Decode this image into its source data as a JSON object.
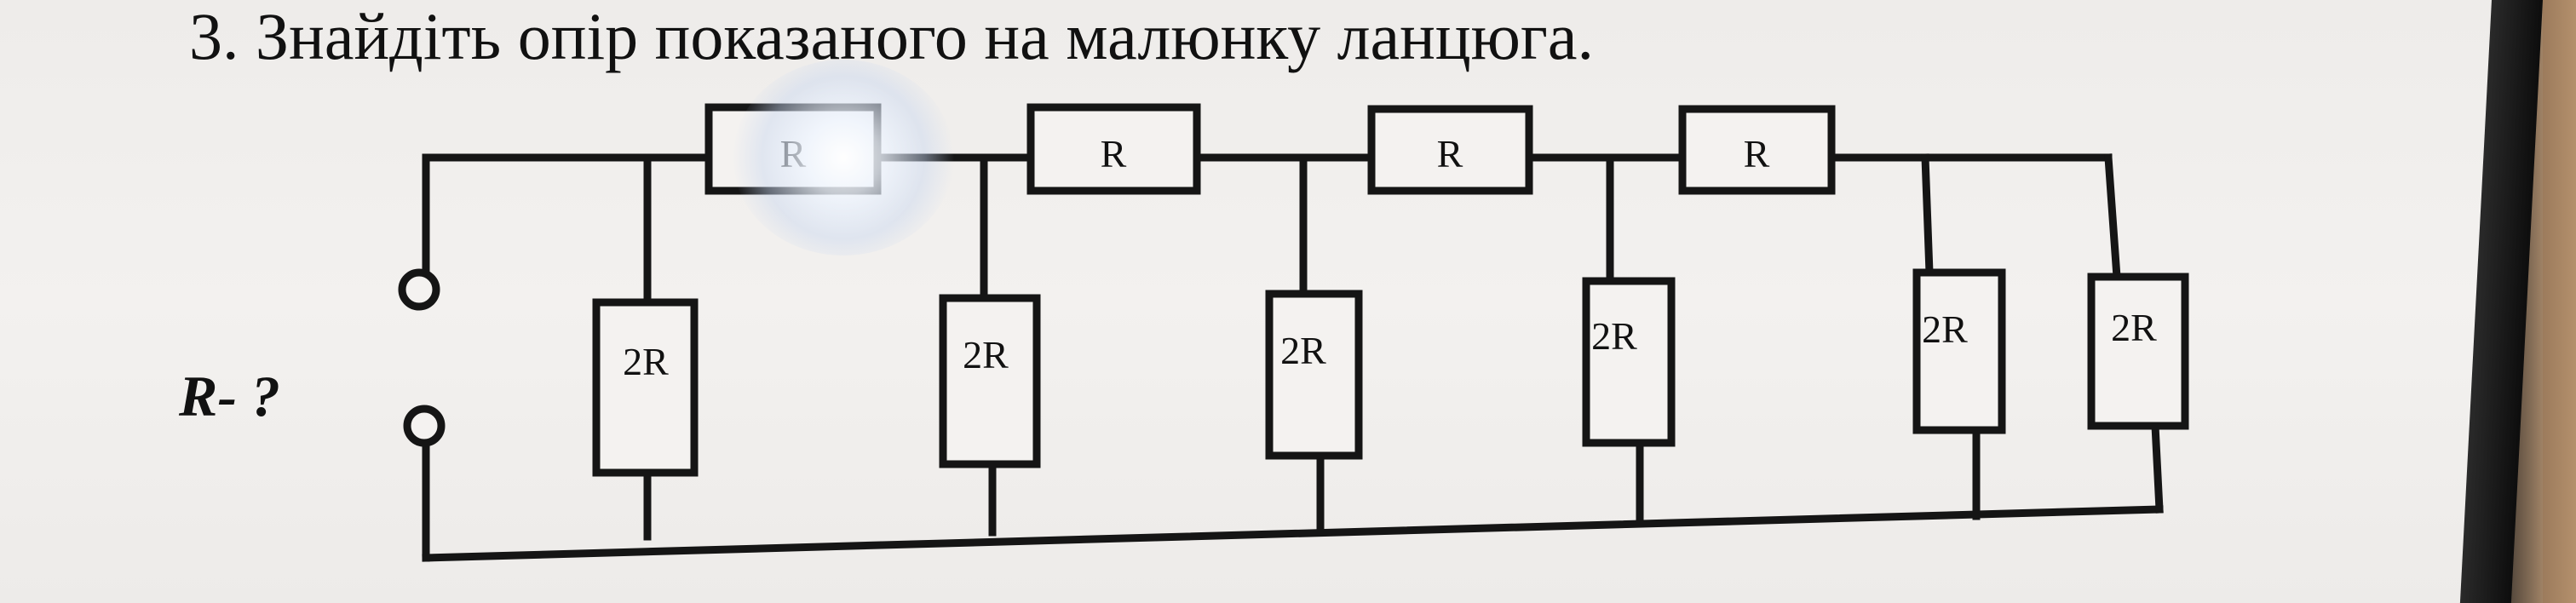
{
  "problem": {
    "title": "3. Знайдіть опір показаного на малюнку ланцюга.",
    "question_label": "R- ?"
  },
  "circuit": {
    "series_resistors": [
      {
        "label": "R"
      },
      {
        "label": "R"
      },
      {
        "label": "R"
      },
      {
        "label": "R"
      }
    ],
    "shunt_resistors": [
      {
        "label": "2R"
      },
      {
        "label": "2R"
      },
      {
        "label": "2R"
      },
      {
        "label": "2R"
      },
      {
        "label": "2R"
      },
      {
        "label": "2R"
      }
    ]
  }
}
